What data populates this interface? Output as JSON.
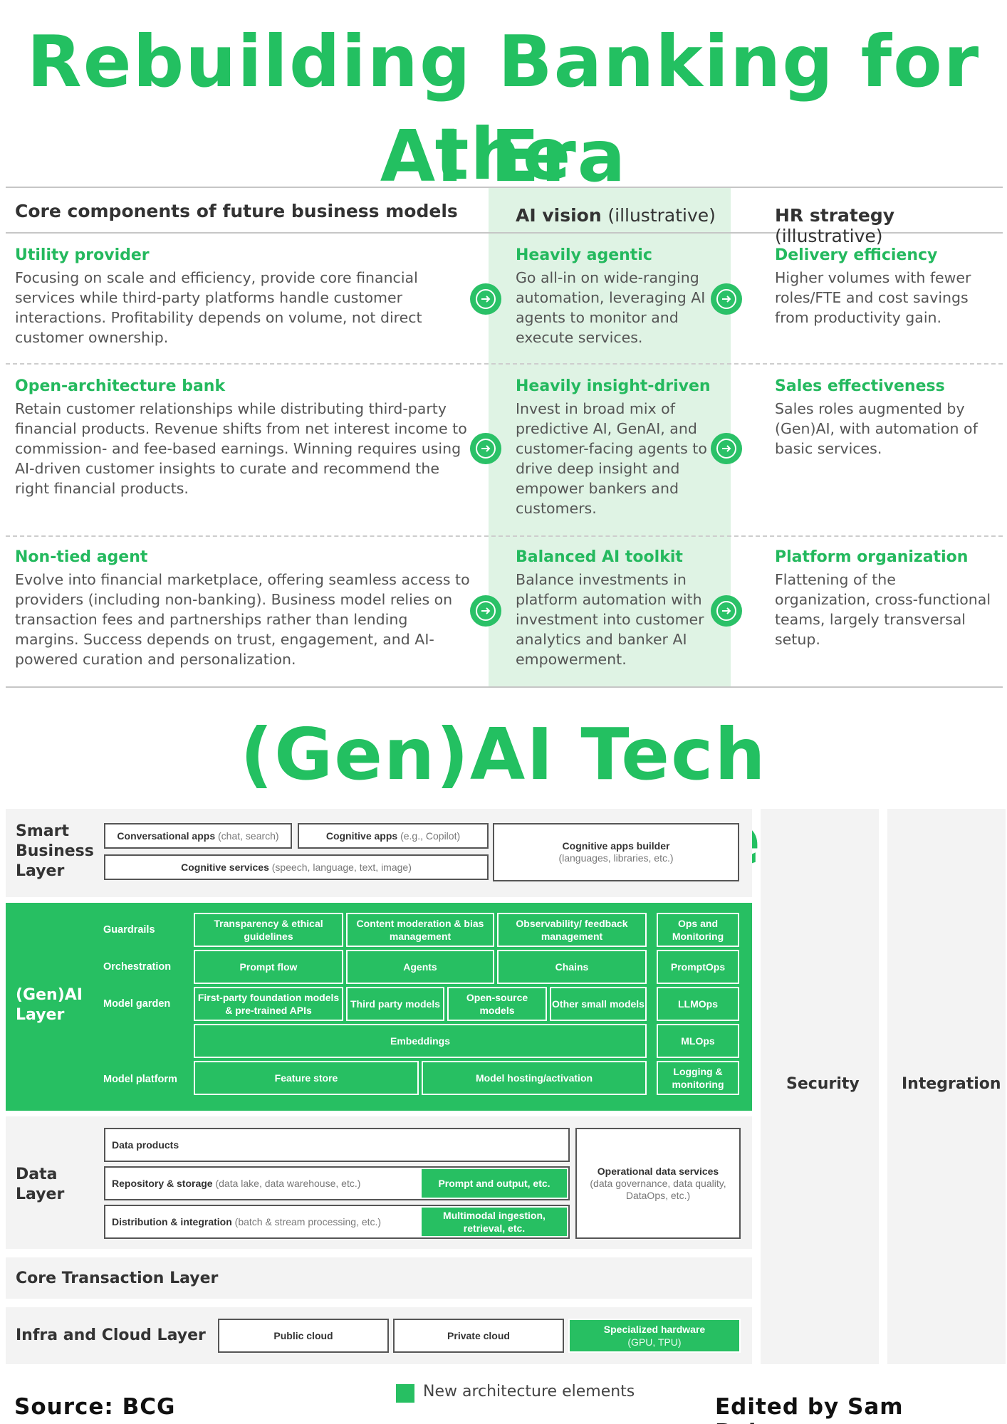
{
  "titles": {
    "line1": "Rebuilding Banking for the",
    "line2": "AI Era",
    "architecture": "(Gen)AI Tech Architecture"
  },
  "table": {
    "headers": {
      "core": "Core components of future business models",
      "vision_bold": "AI vision",
      "vision_light": "(illustrative)",
      "hr_bold": "HR strategy",
      "hr_light": "(illustrative)"
    },
    "rows": [
      {
        "core_title": "Utility provider",
        "core_text": "Focusing on scale and efficiency, provide core financial services while third-party platforms handle customer interactions. Profitability depends on volume, not direct customer ownership.",
        "vision_title": "Heavily agentic",
        "vision_text": "Go all-in on wide-ranging automation, leveraging AI agents to monitor and execute services.",
        "hr_title": "Delivery efficiency",
        "hr_text": "Higher volumes with fewer roles/FTE and cost savings from productivity gain."
      },
      {
        "core_title": "Open-architecture bank",
        "core_text": "Retain customer relationships while distributing third-party financial products. Revenue shifts from net interest income to commission- and fee-based earnings. Winning requires using AI-driven customer insights to curate and recommend the right financial products.",
        "vision_title": "Heavily insight-driven",
        "vision_text": "Invest in broad mix of predictive AI, GenAI, and customer-facing agents to drive deep insight and empower bankers and customers.",
        "hr_title": "Sales effectiveness",
        "hr_text": "Sales roles augmented by (Gen)AI, with automation of basic services."
      },
      {
        "core_title": "Non-tied agent",
        "core_text": "Evolve into financial marketplace, offering seamless access to providers (including non-banking). Business model relies on transaction fees and partnerships rather than lending margins. Success depends on trust, engagement, and AI-powered curation and personalization.",
        "vision_title": "Balanced AI toolkit",
        "vision_text": "Balance investments in platform automation with investment into customer analytics and banker AI empowerment.",
        "hr_title": "Platform organization",
        "hr_text": "Flattening of the organization, cross-functional teams, largely transversal setup."
      }
    ]
  },
  "arch": {
    "smart": {
      "label": "Smart Business Layer",
      "conv_bold": "Conversational apps",
      "conv_light": "(chat, search)",
      "cog_bold": "Cognitive apps",
      "cog_light": "(e.g., Copilot)",
      "services_bold": "Cognitive services",
      "services_light": "(speech, language, text, image)",
      "builder_bold": "Cognitive apps builder",
      "builder_light": "(languages, libraries, etc.)"
    },
    "gen": {
      "label": "(Gen)AI Layer",
      "guardrails": "Guardrails",
      "orchestration": "Orchestration",
      "model_garden": "Model garden",
      "model_platform": "Model platform",
      "transparency": "Transparency & ethical guidelines",
      "content_mod": "Content moderation & bias management",
      "observability": "Observability/ feedback management",
      "prompt_flow": "Prompt flow",
      "agents": "Agents",
      "chains": "Chains",
      "first_party": "First-party foundation models & pre-trained APIs",
      "third_party": "Third party models",
      "open_source": "Open-source models",
      "other_small": "Other small models",
      "embeddings": "Embeddings",
      "feature_store": "Feature store",
      "model_hosting": "Model hosting/activation",
      "ops_monitoring": "Ops and Monitoring",
      "promptops": "PromptOps",
      "llmops": "LLMOps",
      "mlops": "MLOps",
      "logging": "Logging & monitoring"
    },
    "data": {
      "label": "Data Layer",
      "products": "Data products",
      "repo_bold": "Repository & storage",
      "repo_light": "(data lake, data warehouse, etc.)",
      "prompt_output": "Prompt and output, etc.",
      "dist_bold": "Distribution & integration",
      "dist_light": "(batch & stream processing, etc.)",
      "multimodal": "Multimodal ingestion, retrieval, etc.",
      "ops_bold": "Operational data services",
      "ops_light": "(data governance, data quality, DataOps, etc.)"
    },
    "core": {
      "label": "Core Transaction Layer"
    },
    "infra": {
      "label": "Infra and Cloud Layer",
      "public": "Public cloud",
      "private": "Private cloud",
      "special_bold": "Specialized hardware",
      "special_light": "(GPU, TPU)"
    },
    "security": "Security",
    "integration": "Integration"
  },
  "legend": "New architecture elements",
  "footer": {
    "source": "Source: BCG",
    "edited": "Edited by Sam Boboev"
  },
  "colors": {
    "accent": "#27bf62",
    "vision_bg": "#dff3e4",
    "layer_bg": "#f3f3f3"
  }
}
